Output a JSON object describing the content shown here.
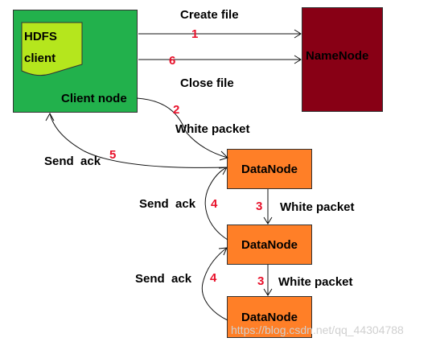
{
  "nodes": {
    "client_node": "Client node",
    "hdfs_doc_line1": "HDFS",
    "hdfs_doc_line2": "client",
    "namenode": "NameNode",
    "datanode_1": "DataNode",
    "datanode_2": "DataNode",
    "datanode_3": "DataNode"
  },
  "labels": {
    "create_file": "Create file",
    "close_file": "Close file",
    "white_packet_1": "White packet",
    "white_packet_2": "White packet",
    "white_packet_3": "White packet",
    "send_ack_1": "Send  ack",
    "send_ack_2": "Send  ack",
    "send_ack_3": "Send  ack"
  },
  "steps": {
    "create": "1",
    "write_to_dn": "2",
    "dn1_to_dn2": "3",
    "dn2_to_dn3": "3",
    "ack_dn2_to_dn1": "4",
    "ack_dn3_to_dn2": "4",
    "ack_to_client": "5",
    "close": "6"
  },
  "colors": {
    "client_green": "#22b14c",
    "doc_yellow": "#b5e61d",
    "namenode_maroon": "#880015",
    "datanode_orange": "#ff7f27",
    "step_red": "#e8102a"
  },
  "watermark": "https://blog.csdn.net/qq_44304788"
}
